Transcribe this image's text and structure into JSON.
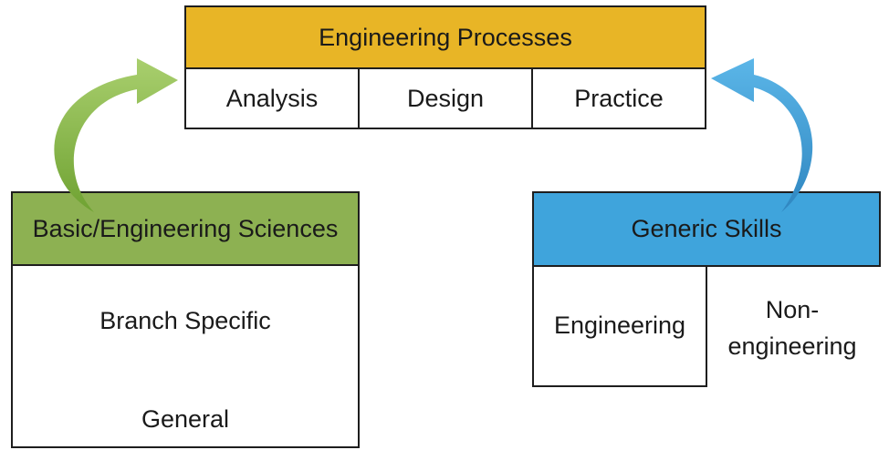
{
  "engineering_processes": {
    "title": "Engineering Processes",
    "items": [
      "Analysis",
      "Design",
      "Practice"
    ],
    "color": "#E8B526"
  },
  "sciences": {
    "title": "Basic/Engineering Sciences",
    "items": [
      "Branch Specific",
      "General"
    ],
    "color": "#8DB152"
  },
  "generic_skills": {
    "title": "Generic Skills",
    "items": [
      "Engineering",
      "Non-\nengineering"
    ],
    "color": "#3FA4DC"
  },
  "arrows": {
    "left_color": "#7FB23E",
    "right_color": "#3A98D0"
  }
}
